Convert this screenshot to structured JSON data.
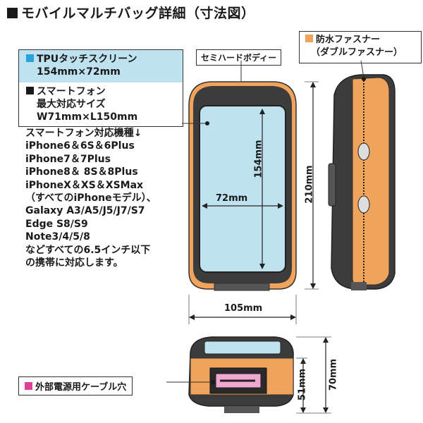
{
  "title": "モバイルマルチバッグ詳細（寸法図）",
  "tpu": {
    "line1": "TPUタッチスクリーン",
    "line2": "154mm×72mm"
  },
  "smartphone": {
    "line1": "スマートフォン",
    "line2": "最大対応サイズ",
    "line3": "W71mm×L150mm"
  },
  "compat": [
    "スマートフォン対応機種↓",
    "iPhone6＆6S＆6Plus",
    "iPhone7＆7Plus",
    "iPhone8＆ 8S＆8Plus",
    "iPhoneX＆XS＆XSMax",
    "（すべてのiPhoneモデル）、",
    "Galaxy A3/A5/J5/J7/S7",
    "Edge S8/S9",
    "Note3/4/5/8",
    "などすべての6.5インチ以下",
    "の携帯に対応します。"
  ],
  "body_label": "セミハードボディー",
  "fastener": {
    "line1": "防水ファスナー",
    "line2": "（ダブルファスナー）"
  },
  "outlet": "外部電源用ケーブル穴",
  "dims": {
    "screen_h": "154mm",
    "screen_w": "72mm",
    "total_h": "210mm",
    "total_w": "105mm",
    "depth_inner": "51mm",
    "depth_outer": "70mm"
  },
  "colors": {
    "accent_blue": "#29a3d9",
    "screen_blue": "#bfe2f1",
    "orange": "#f0a35a",
    "pink": "#e0409a",
    "body_dark": "#3c3c3c"
  }
}
